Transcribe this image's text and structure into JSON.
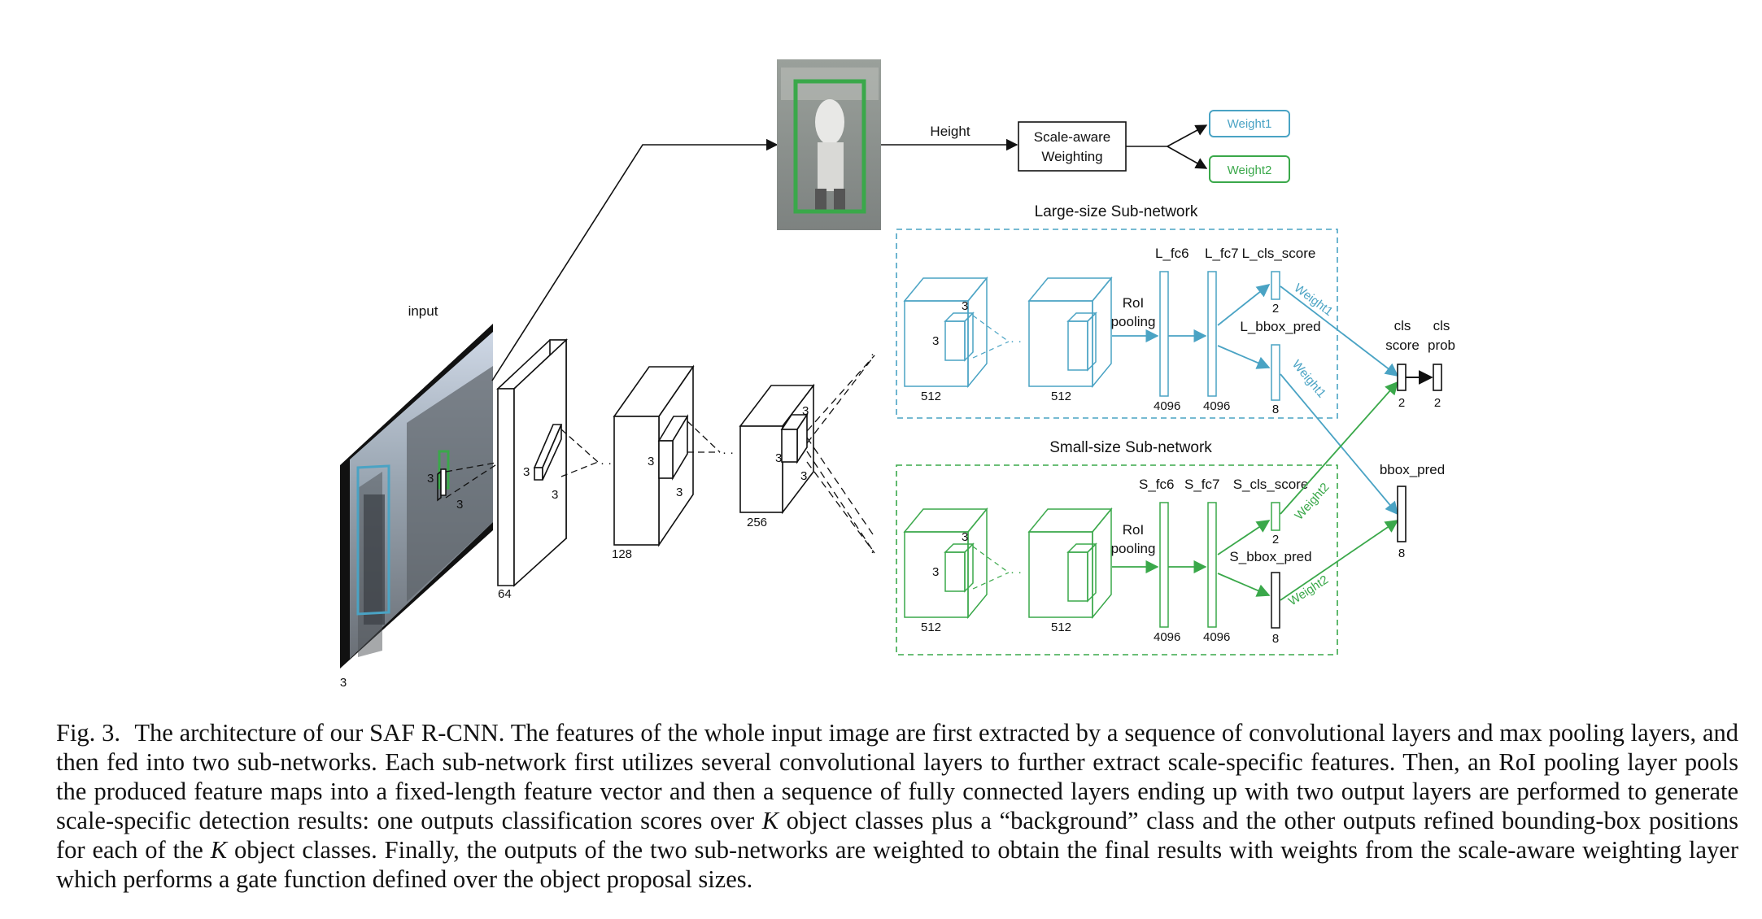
{
  "figure": {
    "input_label": "input",
    "input_channels": "3",
    "height_label": "Height",
    "scale_aware_line1": "Scale-aware",
    "scale_aware_line2": "Weighting",
    "weight1": "Weight1",
    "weight2": "Weight2",
    "large_title": "Large-size Sub-network",
    "small_title": "Small-size Sub-network",
    "trunk_depths": [
      "64",
      "128",
      "256"
    ],
    "kernel": "3",
    "sub_depth": "512",
    "roi_line1": "RoI",
    "roi_line2": "pooling",
    "fc_dim": "4096",
    "L_fc6": "L_fc6",
    "L_fc7": "L_fc7",
    "L_cls_score": "L_cls_score",
    "L_bbox_pred": "L_bbox_pred",
    "S_fc6": "S_fc6",
    "S_fc7": "S_fc7",
    "S_cls_score": "S_cls_score",
    "S_bbox_pred": "S_bbox_pred",
    "cls_dim": "2",
    "bbox_dim": "8",
    "cls_score_line1": "cls",
    "cls_score_line2": "score",
    "cls_prob_line1": "cls",
    "cls_prob_line2": "prob",
    "bbox_pred": "bbox_pred",
    "colors": {
      "large": "#4aa3c4",
      "small": "#3aa84a",
      "ink": "#111111"
    }
  },
  "caption": {
    "fig_no": "Fig. 3.",
    "text_1": "The architecture of our SAF R-CNN. The features of the whole input image are first extracted by a sequence of convolutional layers and max pooling layers, and then fed into two sub-networks. Each sub-network first utilizes several convolutional layers to further extract scale-specific features. Then, an RoI pooling layer pools the produced feature maps into a fixed-length feature vector and then a sequence of fully connected layers ending up with two output layers are performed to generate scale-specific detection results: one outputs classification scores over ",
    "k": "K",
    "text_2": " object classes plus a “background” class and the other outputs refined bounding-box positions for each of the ",
    "text_3": " object classes. Finally, the outputs of the two sub-networks are weighted to obtain the final results with weights from the scale-aware weighting layer which performs a gate function defined over the object proposal sizes."
  }
}
